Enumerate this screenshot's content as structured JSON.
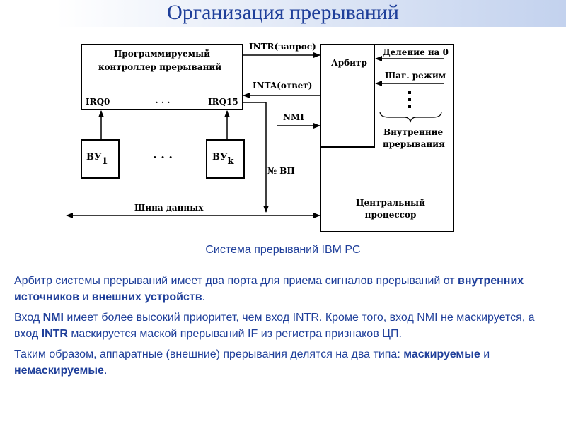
{
  "title": "Организация прерываний",
  "diagram": {
    "pic_label_line1": "Программируемый",
    "pic_label_line2": "контроллер прерываний",
    "irq0": "IRQ0",
    "irq_dots": ". . .",
    "irq15": "IRQ15",
    "arbiter": "Арбитр",
    "cpu_line1": "Центральный",
    "cpu_line2": "процессор",
    "intr_label": "INTR(запрос)",
    "inta_label": "INTA(ответ)",
    "nmi_label": "NMI",
    "vector_label": "№ ВП",
    "div_zero": "Деление на 0",
    "step_mode": "Шаг. режим",
    "internal_line1": "Внутренние",
    "internal_line2": "прерывания",
    "dev1_base": "ВУ",
    "dev1_sub": "1",
    "devk_base": "ВУ",
    "devk_sub": "k",
    "dev_dots": ". . .",
    "data_bus": "Шина данных"
  },
  "caption": "Система прерываний IBM PC",
  "paragraphs": {
    "p1_a": "Арбитр системы прерываний имеет два порта для приема сигналов прерываний от ",
    "p1_b": "внутренних источников",
    "p1_c": " и ",
    "p1_d": "внешних устройств",
    "p1_e": ".",
    "p2_a": "Вход ",
    "p2_b": "NMI",
    "p2_c": " имеет более высокий приоритет, чем вход INTR. Кроме того, вход NMI не маскируется, а вход ",
    "p2_d": "INTR",
    "p2_e": " маскируется маской прерываний IF из регистра признаков ЦП.",
    "p3_a": "Таким образом, аппаратные (внешние) прерывания делятся на два типа: ",
    "p3_b": "маскируемые",
    "p3_c": " и ",
    "p3_d": "немаскируемые",
    "p3_e": "."
  },
  "colors": {
    "title": "#1f3f9a",
    "text": "#1f3f9a",
    "diagram_lines": "#000000"
  }
}
